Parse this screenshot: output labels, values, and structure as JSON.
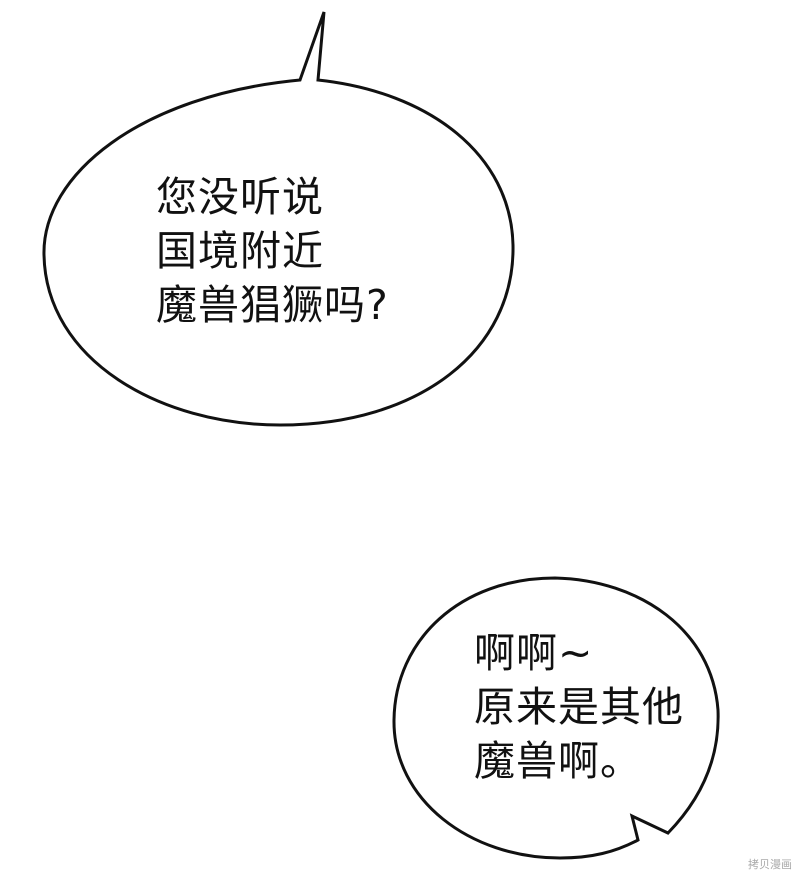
{
  "bubbles": [
    {
      "lines": [
        "您没听说",
        "国境附近",
        "魔兽猖獗吗?"
      ]
    },
    {
      "lines": [
        "啊啊~",
        "原来是其他",
        "魔兽啊。"
      ]
    }
  ],
  "watermark": "拷贝漫画"
}
